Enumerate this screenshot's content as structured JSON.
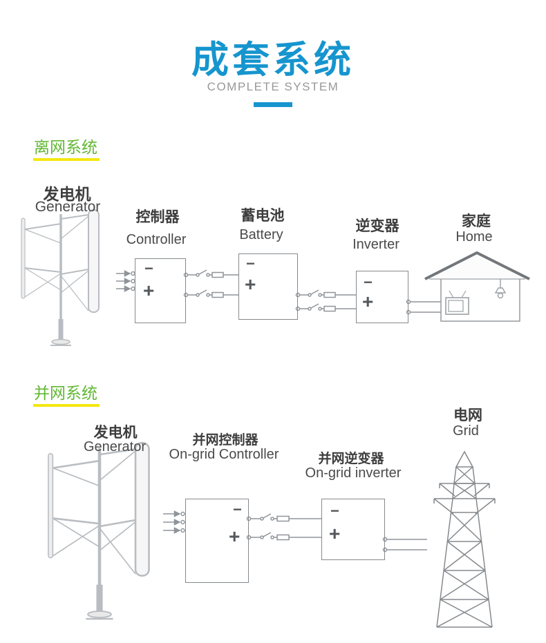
{
  "header": {
    "title": "成套系统",
    "subtitle": "COMPLETE SYSTEM"
  },
  "symbols": {
    "minus": "−",
    "plus": "+"
  },
  "offgrid": {
    "section_label": "离网系统",
    "generator_zh": "发电机",
    "generator_en": "Generator",
    "controller_zh": "控制器",
    "controller_en": "Controller",
    "battery_zh": "蓄电池",
    "battery_en": "Battery",
    "inverter_zh": "逆变器",
    "inverter_en": "Inverter",
    "home_zh": "家庭",
    "home_en": "Home"
  },
  "ongrid": {
    "section_label": "并网系统",
    "generator_zh": "发电机",
    "generator_en": "Generator",
    "controller_zh": "并网控制器",
    "controller_en": "On-grid Controller",
    "inverter_zh": "并网逆变器",
    "inverter_en": "On-grid inverter",
    "grid_zh": "电网",
    "grid_en": "Grid"
  },
  "colors": {
    "title_blue": "#1695ce",
    "section_green": "#61b733",
    "underline_yellow": "#f4e70e",
    "diagram_gray": "#8f9499"
  }
}
